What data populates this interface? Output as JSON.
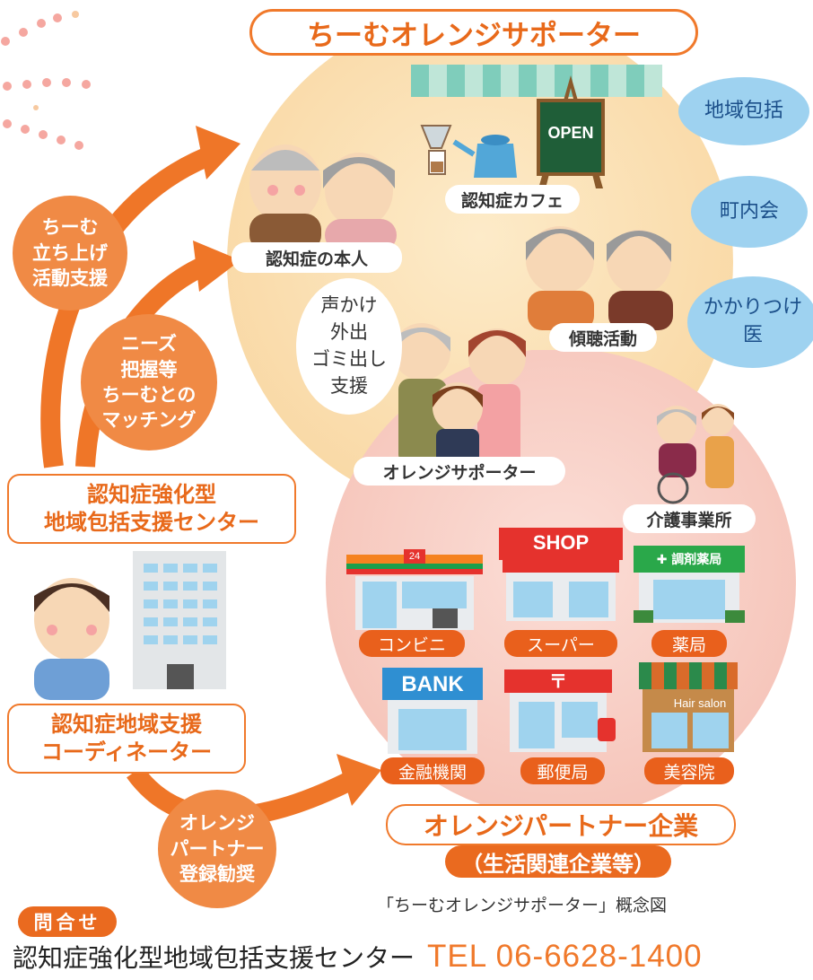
{
  "title": "ちーむオレンジサポーター",
  "left_bubbles": {
    "b1": [
      "ちーむ",
      "立ち上げ",
      "活動支援"
    ],
    "b2": [
      "ニーズ",
      "把握等",
      "ちーむとの",
      "マッチング"
    ],
    "b3": [
      "オレンジ",
      "パートナー",
      "登録勧奨"
    ]
  },
  "center_box": [
    "認知症強化型",
    "地域包括支援センター"
  ],
  "coordinator_box": [
    "認知症地域支援",
    "コーディネーター"
  ],
  "blue_ovals": [
    "地域包括",
    "町内会",
    "かかりつけ",
    "医"
  ],
  "circle_labels": {
    "patient": "認知症の本人",
    "cafe": "認知症カフェ",
    "listening": "傾聴活動",
    "supporter": "オレンジサポーター",
    "care": "介護事業所"
  },
  "speech": [
    "声かけ",
    "外出",
    "ゴミ出し",
    "支援"
  ],
  "cafe_sign": "OPEN",
  "stores": {
    "konbini": "コンビニ",
    "konbini_sign": "24",
    "super": "スーパー",
    "super_sign": "SHOP",
    "pharmacy": "薬局",
    "pharmacy_sign": "✚ 調剤薬局",
    "bank": "金融機関",
    "bank_sign": "BANK",
    "post": "郵便局",
    "post_sign": "〒",
    "salon": "美容院",
    "salon_sign": "Hair salon"
  },
  "partner_title": "オレンジパートナー企業",
  "partner_sub": "（生活関連企業等）",
  "caption": "「ちーむオレンジサポーター」概念図",
  "contact_label": "問合せ",
  "contact_org": "認知症強化型地域包括支援センター",
  "contact_tel": "TEL 06-6628-1400",
  "colors": {
    "accent": "#f0792b",
    "circle_top": "#fbe2b8",
    "circle_bottom": "#f8cfc4",
    "blue": "#9ed2f0"
  }
}
